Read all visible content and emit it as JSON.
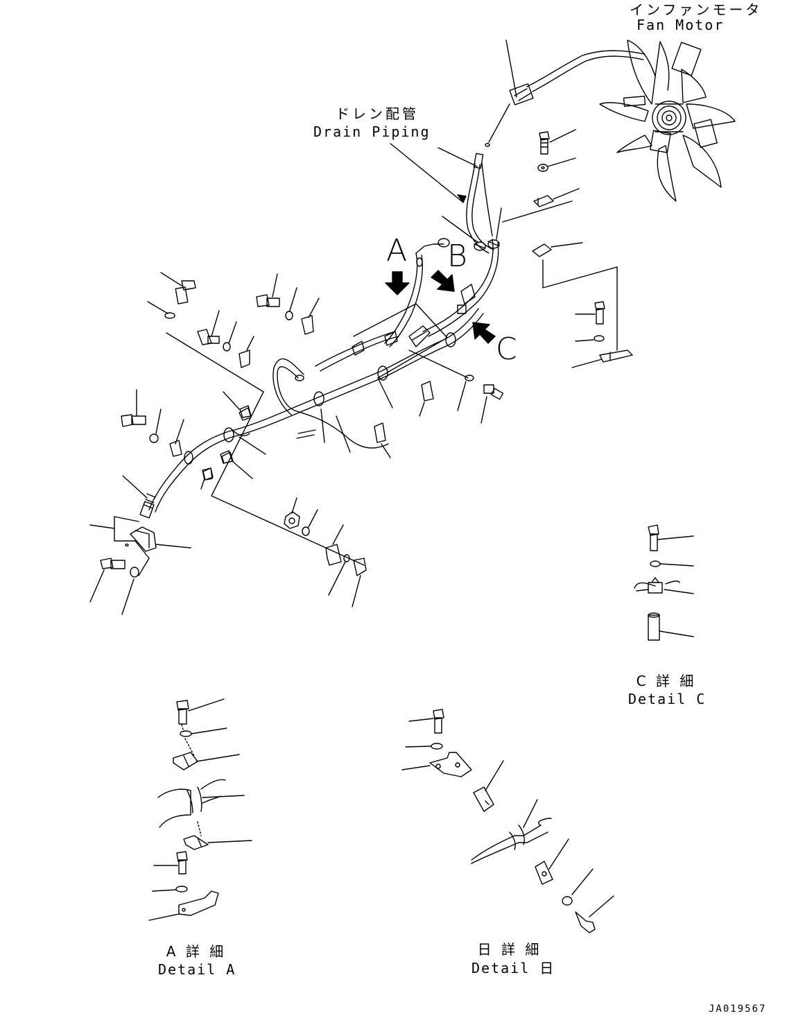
{
  "labels": {
    "fan_motor_jp": "インファンモータ",
    "fan_motor_en": "Fan Motor",
    "drain_piping_jp": "ドレン配管",
    "drain_piping_en": "Drain Piping",
    "detail_a_jp": "A 詳 細",
    "detail_a_en": "Detail A",
    "detail_b_jp": "日 詳 細",
    "detail_b_en": "Detail 日",
    "detail_c_jp": "C 詳 細",
    "detail_c_en": "Detail C"
  },
  "view_letters": {
    "a": "A",
    "b": "B",
    "c": "C"
  },
  "document_id": "JA019567"
}
